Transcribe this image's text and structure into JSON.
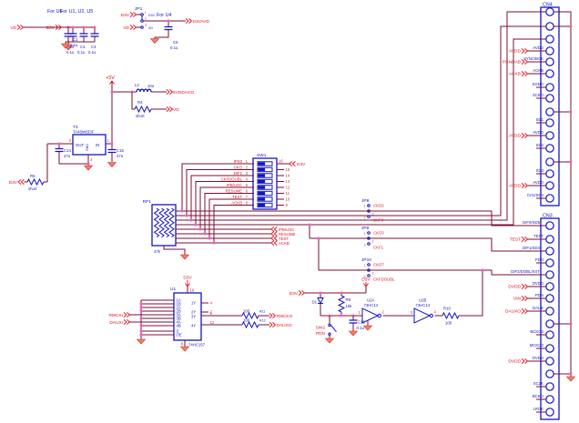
{
  "colors": {
    "wire": "#7a1030",
    "component": "#1515c0",
    "net_label": "#e01020",
    "pin_number": "#d03030",
    "junction": "#f060c8",
    "ground": "#f4806c"
  },
  "sections": {
    "u6": {
      "title": "For U6",
      "net": "VD",
      "cap_ref": "C1",
      "cap_value": "0.1u"
    },
    "u125": {
      "title": "For U1, U2, U5",
      "net": "D3V",
      "cap_refs": [
        "C2",
        "C3",
        "C4"
      ],
      "cap_values": [
        "0.1u",
        "0.1u",
        "0.1u"
      ]
    },
    "u4": {
      "title": "For U4",
      "jumper_ref": "JP1",
      "net_top": "D3V",
      "net_bottom": "VD",
      "pin_top": "D3V",
      "pin_bottom": "VD",
      "pins": [
        "1",
        "2",
        "3"
      ],
      "out_net": "D3VAVD",
      "cap_ref": "C6",
      "cap_value": "0.1u"
    }
  },
  "power": {
    "rail": "+5V",
    "l2_ref": "L2",
    "l2_value": "10u",
    "l2_net": "5VDDAGG",
    "r4_ref": "R4",
    "r4_value": "short",
    "r4_net": "VD",
    "t3_ref": "T3",
    "t3_part": "TA48M033F",
    "t3_out": "OUT",
    "t3_in": "IN",
    "t3_gnd": "GND",
    "t3_num_out": "2",
    "t3_num_in": "1",
    "t3_num_gnd": "3",
    "c14_ref": "C14",
    "c14_value": "47u",
    "c15_ref": "C15",
    "c15_value": "47u",
    "r5_ref": "R5",
    "r5_value": "short",
    "r5_net": "D3V"
  },
  "sw1": {
    "ref": "SW1",
    "right_net": "D3V",
    "signals": [
      "IPS0",
      "CKO",
      "DIF1",
      "CKFDOUBL",
      "IPB/USC",
      "RESUME",
      "TEST",
      "ACKB"
    ],
    "left_pins": [
      "1",
      "2",
      "3",
      "4",
      "5",
      "6",
      "7",
      "8"
    ],
    "right_pins": [
      "16",
      "15",
      "14",
      "13",
      "12",
      "11",
      "10",
      "9"
    ]
  },
  "rp1": {
    "ref": "RP1",
    "value": "47k"
  },
  "stubs": [
    "IPB/USC",
    "RESUME",
    "TEST",
    "ACKB"
  ],
  "jp8": {
    "ref": "JP8",
    "p1": "1",
    "p2": "2",
    "p3": "3",
    "pin1_net": "CKO2",
    "pin3_net": "CKF0"
  },
  "jp9": {
    "ref": "JP9",
    "p1": "1",
    "p2": "2",
    "p3": "3",
    "pin1_net": "CKO3",
    "pin3_net": "CKF1"
  },
  "jp10": {
    "ref": "JP10",
    "p1": "1",
    "p2": "2",
    "p3": "3",
    "pin1_net": "CKO7",
    "pin3_net": "CKFDOUBL"
  },
  "u1": {
    "ref": "U1",
    "part": "74HC157",
    "power_net": "D3V",
    "left_labels": [
      "1A",
      "1B",
      "2A",
      "2B",
      "3A",
      "3B",
      "4A",
      "4B",
      "S",
      "OE"
    ],
    "left_nums": [
      "2",
      "3",
      "5",
      "6",
      "11",
      "10",
      "14",
      "13",
      "15",
      "1"
    ],
    "right_labels": [
      "1Y",
      "2Y",
      "3Y",
      "4Y"
    ],
    "right_nums": [
      "4",
      "7",
      "9",
      "12"
    ],
    "top_num": "16",
    "bot_num": "8",
    "in1": "RMCKI",
    "in2": "DAUXI",
    "r11_ref": "R11",
    "r11_value": "100",
    "r11_net": "RMCKO",
    "r12_ref": "R12",
    "r12_value": "100",
    "r12_net": "DAUXO"
  },
  "pdn": {
    "net_in": "D3V",
    "d1_ref": "D1",
    "r9_ref": "R9",
    "r9_value": "10k",
    "power_flag": "D3V",
    "sw2_ref": "SW2",
    "sw2_label": "PDN",
    "c16_ref": "C16",
    "c16_value": "0.1u",
    "u2a_ref": "U2A",
    "u2a_part": "74HC14",
    "u2a_in": "1",
    "u2a_out": "2",
    "u2b_ref": "U2B",
    "u2b_part": "74HC14",
    "u2b_in": "3",
    "u2b_out": "4",
    "r10_ref": "R10",
    "r10_value": "100"
  },
  "cn4": {
    "ref": "CN4",
    "pins": [
      {
        "name": "",
        "flag": ""
      },
      {
        "name": "",
        "flag": ""
      },
      {
        "name": "",
        "flag": ""
      },
      {
        "name": "AVDD",
        "flag": "AVDD"
      },
      {
        "name": "SYNC/BCK",
        "flag": "PGNDAB"
      },
      {
        "name": "ACKB",
        "flag": "ACKB"
      },
      {
        "name": "SGND",
        "flag": ""
      },
      {
        "name": "SCKO",
        "flag": ""
      },
      {
        "name": "",
        "flag": ""
      },
      {
        "name": "SD1",
        "flag": ""
      },
      {
        "name": "AVDD",
        "flag": "AVDD"
      },
      {
        "name": "SD2",
        "flag": ""
      },
      {
        "name": "",
        "flag": ""
      },
      {
        "name": "SD3",
        "flag": ""
      },
      {
        "name": "AVDD",
        "flag": "AVDD"
      },
      {
        "name": "CH1/SD4",
        "flag": ""
      }
    ]
  },
  "cn3": {
    "ref": "CN3",
    "pins": [
      {
        "name": "DIF0/SD5",
        "flag": ""
      },
      {
        "name": "TEST",
        "flag": "TEST"
      },
      {
        "name": "DIF1/SD4",
        "flag": ""
      },
      {
        "name": "PDN",
        "flag": ""
      },
      {
        "name": "DIF2/DOBL/SXT",
        "flag": ""
      },
      {
        "name": "DVDD",
        "flag": "DVDD"
      },
      {
        "name": "PDN",
        "flag": "VIN"
      },
      {
        "name": "DAUX",
        "flag": "DAUXO"
      },
      {
        "name": "",
        "flag": ""
      },
      {
        "name": "BCKO2",
        "flag": ""
      },
      {
        "name": "MCKO2",
        "flag": ""
      },
      {
        "name": "DVDD",
        "flag": "DVDD"
      },
      {
        "name": "",
        "flag": ""
      },
      {
        "name": "SCLK",
        "flag": ""
      },
      {
        "name": "BCKO",
        "flag": ""
      },
      {
        "name": "LRCK",
        "flag": ""
      }
    ]
  }
}
